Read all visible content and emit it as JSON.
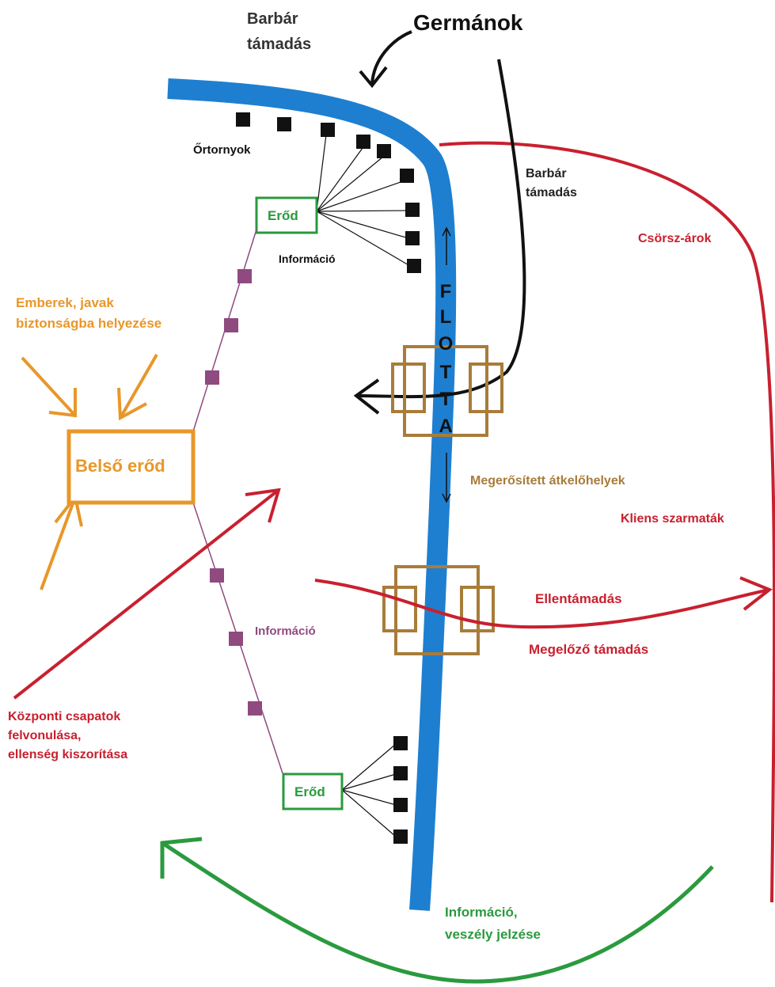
{
  "labels": {
    "germanok": "Germánok",
    "barbar_tamadas_top_1": "Barbár",
    "barbar_tamadas_top_2": "támadás",
    "ortornyok": "Őrtornyok",
    "barbar_tamadas_side_1": "Barbár",
    "barbar_tamadas_side_2": "támadás",
    "csorsz_arok": "Csörsz-árok",
    "erod_top": "Erőd",
    "informacio_top": "Információ",
    "emberek_1": "Emberek, javak",
    "emberek_2": "biztonságba helyezése",
    "flotta": [
      "F",
      "L",
      "O",
      "T",
      "T",
      "A"
    ],
    "belso_erod": "Belső erőd",
    "megerositett": "Megerősített átkelőhelyek",
    "kliens": "Kliens szarmaták",
    "ellentamadas": "Ellentámadás",
    "megelozo": "Megelőző támadás",
    "informacio_mid": "Információ",
    "kozponti_1": "Központi csapatok",
    "kozponti_2": "felvonulása,",
    "kozponti_3": "ellenség kiszorítása",
    "erod_bottom": "Erőd",
    "informacio_bottom_1": "Információ,",
    "informacio_bottom_2": "veszély jelzése"
  },
  "colors": {
    "river": "#1e7fd0",
    "black": "#111111",
    "red": "#c8202f",
    "orange": "#e8972a",
    "green": "#2a9a3e",
    "brown": "#a87c3a",
    "purple": "#8f4a7f"
  }
}
